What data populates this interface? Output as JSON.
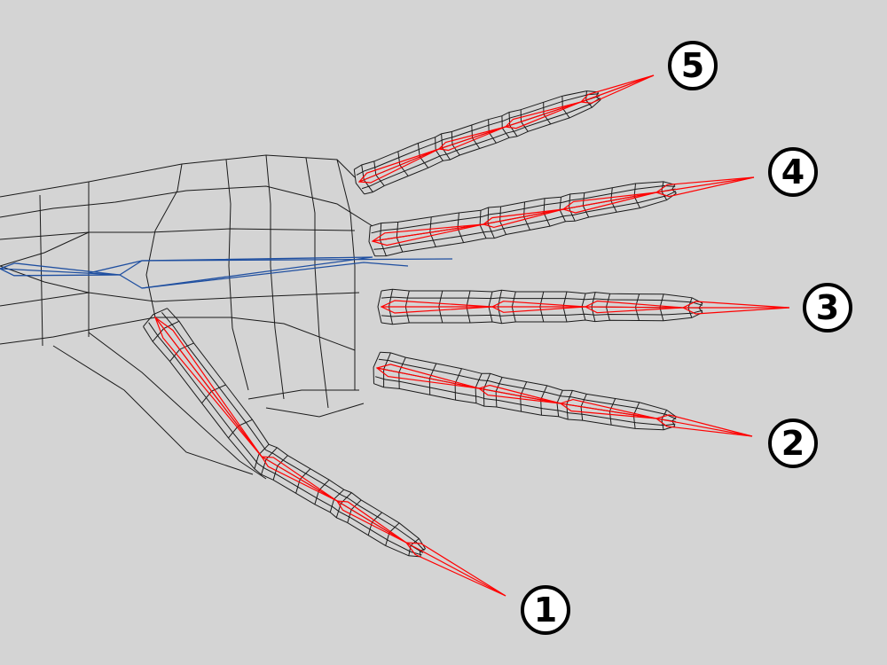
{
  "colors": {
    "background": "#d4d4d4",
    "mesh": "#1a1a1a",
    "finger_bones": "#ff0000",
    "palm_bones": "#1f4fa0"
  },
  "labels": [
    {
      "finger": "thumb",
      "text": "1"
    },
    {
      "finger": "index",
      "text": "2"
    },
    {
      "finger": "middle",
      "text": "3"
    },
    {
      "finger": "ring",
      "text": "4"
    },
    {
      "finger": "pinky",
      "text": "5"
    }
  ]
}
